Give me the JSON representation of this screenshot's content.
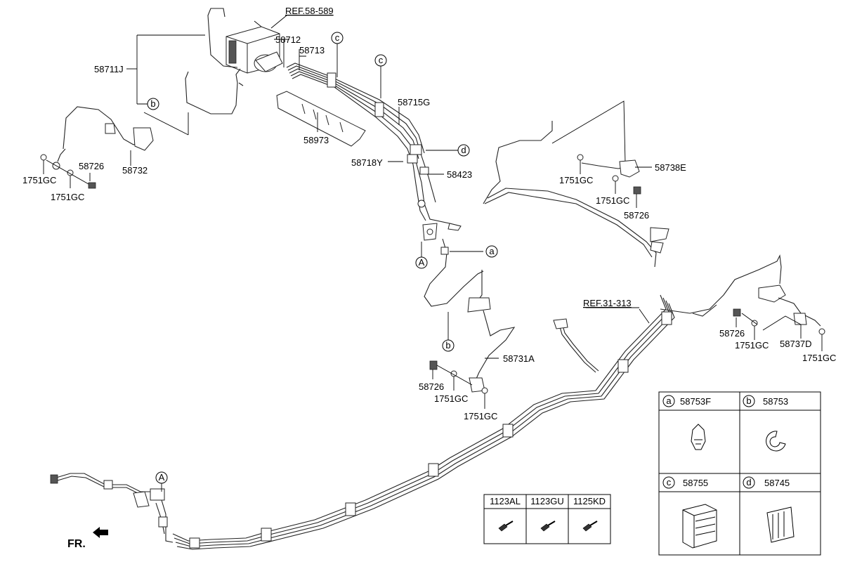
{
  "references": {
    "ref_abs": "REF.58-589",
    "ref_tank": "REF.31-313"
  },
  "part_numbers": {
    "p58711J": "58711J",
    "p58712": "58712",
    "p58713": "58713",
    "p58715G": "58715G",
    "p58973": "58973",
    "p58718Y": "58718Y",
    "p58423": "58423",
    "p58732": "58732",
    "p58726_left": "58726",
    "p1751GC_left_a": "1751GC",
    "p1751GC_left_b": "1751GC",
    "p58738E": "58738E",
    "p1751GC_right_top_a": "1751GC",
    "p1751GC_right_top_b": "1751GC",
    "p58726_right_top": "58726",
    "p58731A": "58731A",
    "p58726_mid": "58726",
    "p1751GC_mid_a": "1751GC",
    "p1751GC_mid_b": "1751GC",
    "p58726_right": "58726",
    "p1751GC_right_a": "1751GC",
    "p58737D": "58737D",
    "p1751GC_right_b": "1751GC"
  },
  "callouts": {
    "c_top1": "c",
    "c_top2": "c",
    "b_left": "b",
    "d_mid": "d",
    "a_mid": "a",
    "A_mid": "A",
    "b_mid": "b",
    "A_bottom": "A"
  },
  "orientation_label": "FR.",
  "clip_table": {
    "cells": [
      {
        "letter": "a",
        "part": "58753F",
        "icon": "clip-a-icon"
      },
      {
        "letter": "b",
        "part": "58753",
        "icon": "clip-b-icon"
      },
      {
        "letter": "c",
        "part": "58755",
        "icon": "clip-c-icon"
      },
      {
        "letter": "d",
        "part": "58745",
        "icon": "clip-d-icon"
      }
    ]
  },
  "bolt_table": {
    "headers": [
      "1123AL",
      "1123GU",
      "1125KD"
    ],
    "icon": "bolt-icon"
  }
}
